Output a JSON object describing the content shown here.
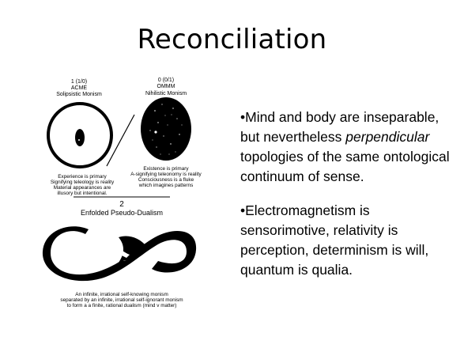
{
  "title": "Reconciliation",
  "left_circle": {
    "number": "1 (1/0)",
    "name": "ACME",
    "subtitle": "Solipsistic Monism",
    "caption": [
      "Experience is primary",
      "Signifying teleology is reality",
      "Material appearances are",
      "illusory but intentional."
    ]
  },
  "right_circle": {
    "number": "0 (0/1)",
    "name": "OMMM",
    "subtitle": "Nihilistic Monism",
    "caption": [
      "Existence is primary",
      "A-signifying teleonomy is reality",
      "Consciousness is a fluke",
      "which imagines patterns"
    ]
  },
  "middle": {
    "number": "2",
    "subtitle": "Enfolded Pseudo-Dualism",
    "caption": [
      "An infinite, irrational self-knowing monism",
      "separated by an infinite, irrational self-ignorant monism",
      "to form a a finite, rational dualism (mind v matter)"
    ]
  },
  "bullets": {
    "b1_pre": "•Mind and body are inseparable, but nevertheless ",
    "b1_em": "perpendicular",
    "b1_post": "  topologies of the same ontological continuum of sense.",
    "b2": "•Electromagnetism is sensorimotive, relativity is perception, determinism is will, quantum is qualia."
  }
}
